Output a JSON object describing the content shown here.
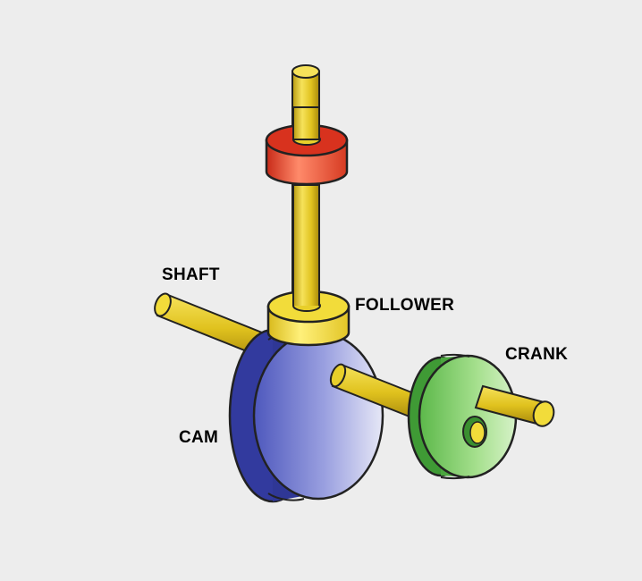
{
  "labels": {
    "shaft": "SHAFT",
    "follower": "FOLLOWER",
    "crank": "CRANK",
    "cam": "CAM"
  },
  "colors": {
    "background": "#ededed",
    "shaft": "#e8cf2a",
    "shaft_dark": "#b89a10",
    "stop_collar": "#e8402a",
    "follower": "#f2dc3a",
    "cam": "#5a63c4",
    "cam_dark": "#2f3796",
    "crank": "#7ccb64",
    "crank_dark": "#3f9a35",
    "outline": "#222222"
  },
  "icons": [
    "cam-follower-diagram"
  ]
}
